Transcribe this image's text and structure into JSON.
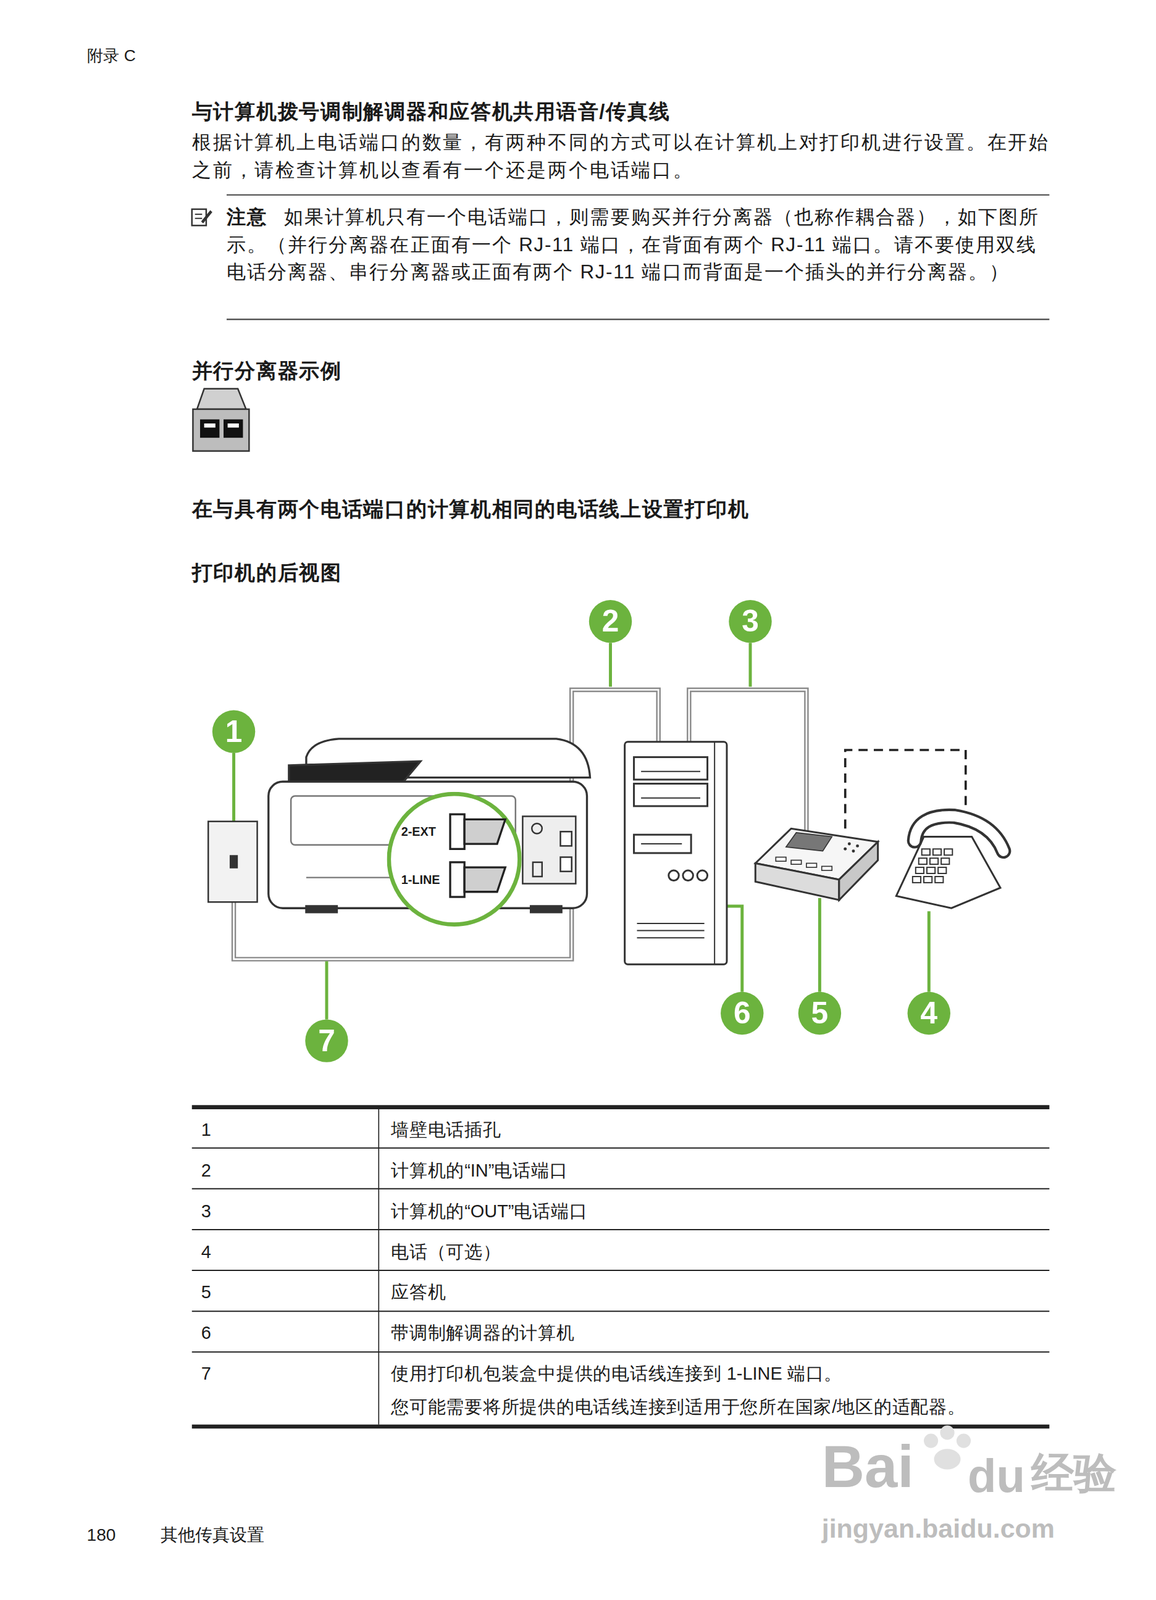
{
  "diagram": {
    "title": "与计算机拨号调制解调器和应答机共用语音/传真线",
    "nodes": [
      {
        "text": [
          "2-EXT",
          "1-LINE"
        ]
      }
    ],
    "labels": [
      "附录 C",
      "根据计算机上电话端口的数量，有两种不同的方式可以在计算机上对打印机进行设置。在开始之前，请检查计算机以查看有一个还是两个电话端口。",
      "注意",
      "如果计算机只有一个电话端口，则需要购买并行分离器（也称作耦合器），如下图所示。（并行分离器在正面有一个 RJ-11 端口，在背面有两个 RJ-11 端口。请不要使用双线电话分离器、串行分离器或正面有两个 RJ-11 端口而背面是一个插头的并行分离器。）",
      "并行分离器示例",
      "在与具有两个电话端口的计算机相同的电话线上设置打印机",
      "打印机的后视图",
      "1",
      "2",
      "3",
      "4",
      "5",
      "6",
      "7",
      "1",
      "墙壁电话插孔",
      "2",
      "计算机的“IN”电话端口",
      "3",
      "计算机的“OUT”电话端口",
      "4",
      "电话（可选）",
      "5",
      "应答机",
      "6",
      "带调制解调器的计算机",
      "7",
      "使用打印机包装盒中提供的电话线连接到 1-LINE 端口。",
      "您可能需要将所提供的电话线连接到适用于您所在国家/地区的适配器。",
      "180",
      "其他传真设置",
      "Bai",
      "du",
      "经验",
      "jingyan.baidu.com"
    ]
  }
}
